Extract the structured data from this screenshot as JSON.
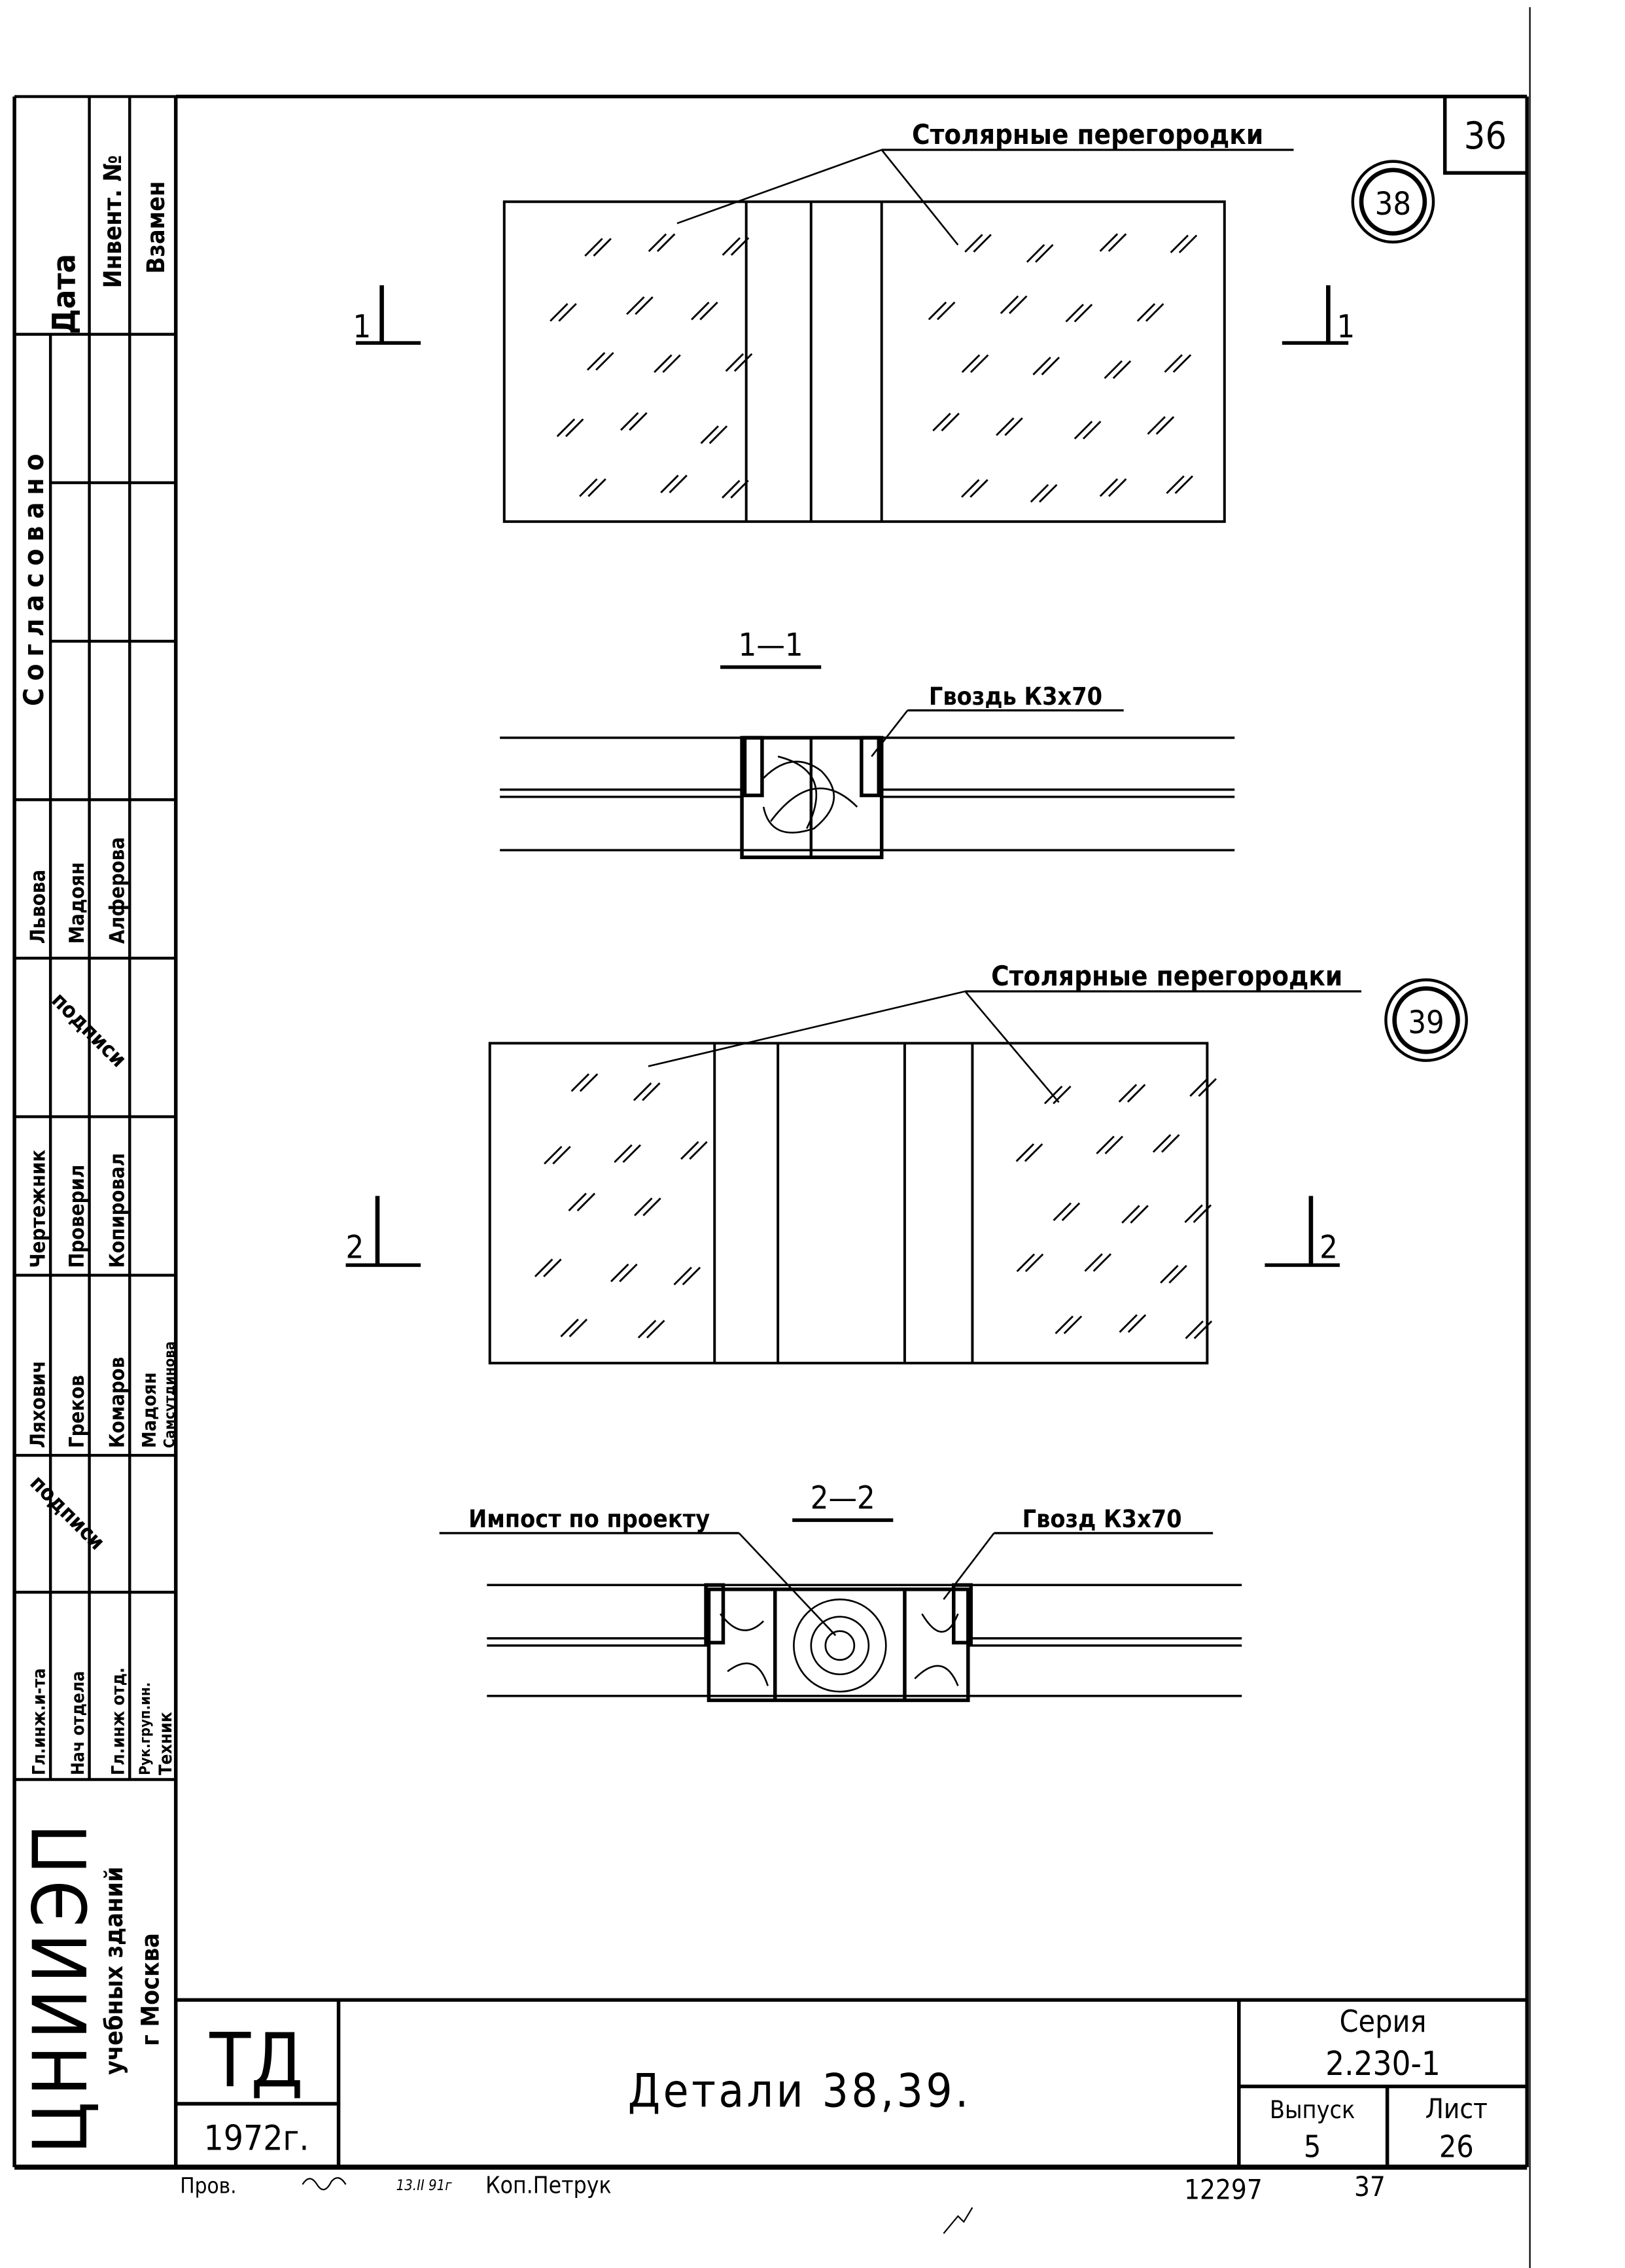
{
  "sheet_number": "36",
  "sidebar": {
    "date": "Дата",
    "inventory_no": "Инвент. №",
    "replaces": "Взамен",
    "approved": "Согласовано",
    "approvers": [
      "Львова",
      "Мадоян",
      "Алферова"
    ],
    "signatures_1": "подписи",
    "roles_1": [
      "Чертежник",
      "Проверил",
      "Копировал"
    ],
    "names": [
      "Ляхович",
      "Греков",
      "Комаров",
      "Мадоян",
      "Самсутдинова"
    ],
    "signatures_2": "подписи",
    "roles_2": [
      "Гл.инж.и-та",
      "Нач отдела",
      "Гл.инж отд.",
      "Рук.груп.ин.",
      "Техник"
    ],
    "org_name": "ЦНИИЭП",
    "org_sub": "учебных зданий",
    "org_city": "г Москва"
  },
  "detail_38": {
    "number": "38",
    "callout": "Столярные перегородки",
    "section_mark": "1",
    "section_title": "1—1",
    "nail_label": "Гвоздь К3х70"
  },
  "detail_39": {
    "number": "39",
    "callout": "Столярные перегородки",
    "section_mark": "2",
    "section_title": "2—2",
    "impost_label": "Импост по проекту",
    "nail_label": "Гвозд К3х70"
  },
  "title_block": {
    "code": "ТД",
    "year": "1972г.",
    "title": "Детали  38,39.",
    "series_label": "Серия",
    "series": "2.230-1",
    "issue_label": "Выпуск",
    "issue": "5",
    "sheet_label": "Лист",
    "sheet": "26"
  },
  "footer": {
    "checked": "Пров.",
    "date": "13.II 91г",
    "copied": "Коп.Петрук",
    "order": "12297",
    "page": "37"
  }
}
